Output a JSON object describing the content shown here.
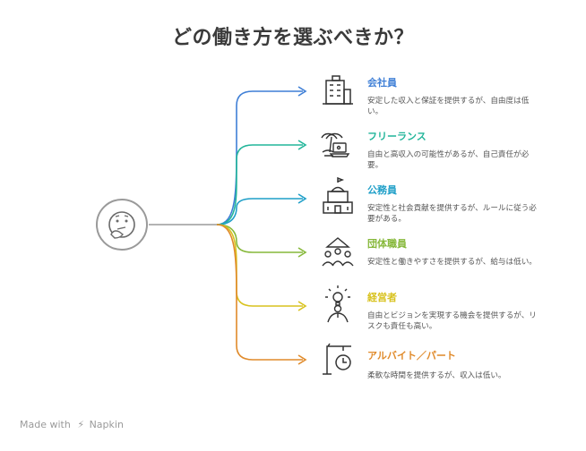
{
  "title": "どの働き方を選ぶべきか？",
  "center_icon": "thinking-face-icon",
  "options": [
    {
      "label": "会社員",
      "description": "安定した収入と保証を提供するが、自由度は低い。",
      "color": "#3f7fd6",
      "icon": "office-building-icon"
    },
    {
      "label": "フリーランス",
      "description": "自由と高収入の可能性があるが、自己責任が必要。",
      "color": "#22b59a",
      "icon": "beach-laptop-icon"
    },
    {
      "label": "公務員",
      "description": "安定性と社会貢献を提供するが、ルールに従う必要がある。",
      "color": "#1f9fc8",
      "icon": "government-building-icon"
    },
    {
      "label": "団体職員",
      "description": "安定性と働きやすさを提供するが、給与は低い。",
      "color": "#86b83a",
      "icon": "team-group-icon"
    },
    {
      "label": "経営者",
      "description": "自由とビジョンを実現する機会を提供するが、リスクも責任も高い。",
      "color": "#d8c21e",
      "icon": "lightbulb-person-icon"
    },
    {
      "label": "アルバイト／パート",
      "description": "柔軟な時間を提供するが、収入は低い。",
      "color": "#e08a2a",
      "icon": "clock-sign-icon"
    }
  ],
  "footer": {
    "prefix": "Made with",
    "brand": "Napkin"
  }
}
